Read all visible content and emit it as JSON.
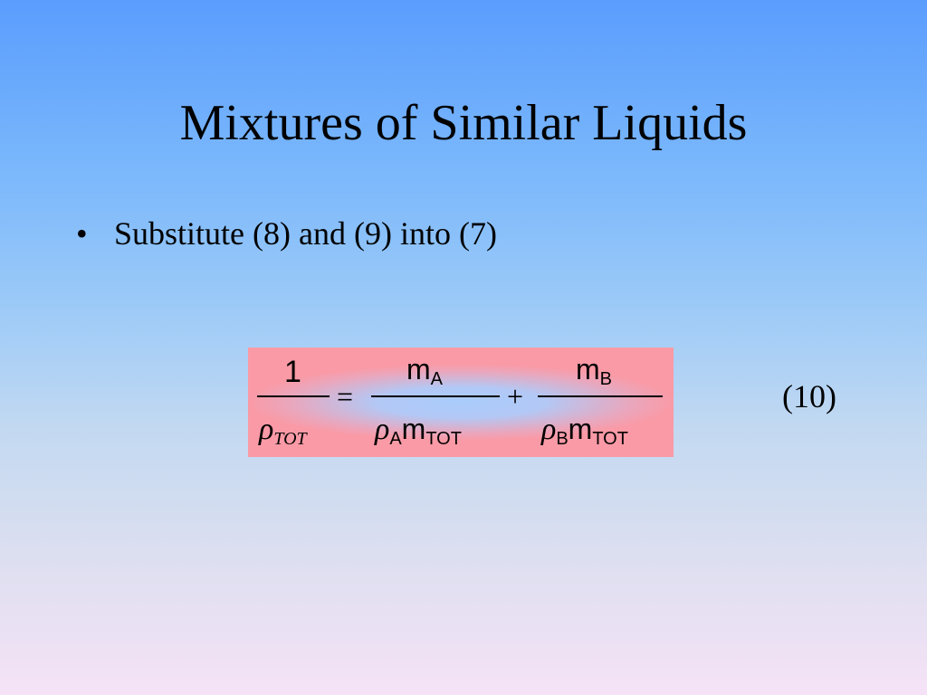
{
  "slide": {
    "title": "Mixtures of Similar Liquids",
    "bullets": [
      {
        "marker": "•",
        "text": "Substitute (8) and (9) into (7)"
      }
    ]
  },
  "equation": {
    "lhs": {
      "numerator": "1",
      "denominator_symbol": "ρ",
      "denominator_subscript": "TOT"
    },
    "equals": "=",
    "term1": {
      "numerator_base": "m",
      "numerator_subscript": "A",
      "denominator_symbol": "ρ",
      "denominator_symbol_subscript": "A",
      "denominator_base": "m",
      "denominator_subscript": "TOT"
    },
    "plus": "+",
    "term2": {
      "numerator_base": "m",
      "numerator_subscript": "B",
      "denominator_symbol": "ρ",
      "denominator_symbol_subscript": "B",
      "denominator_base": "m",
      "denominator_subscript": "TOT"
    },
    "number": "(10)",
    "box_color": "#fa9aa6"
  }
}
